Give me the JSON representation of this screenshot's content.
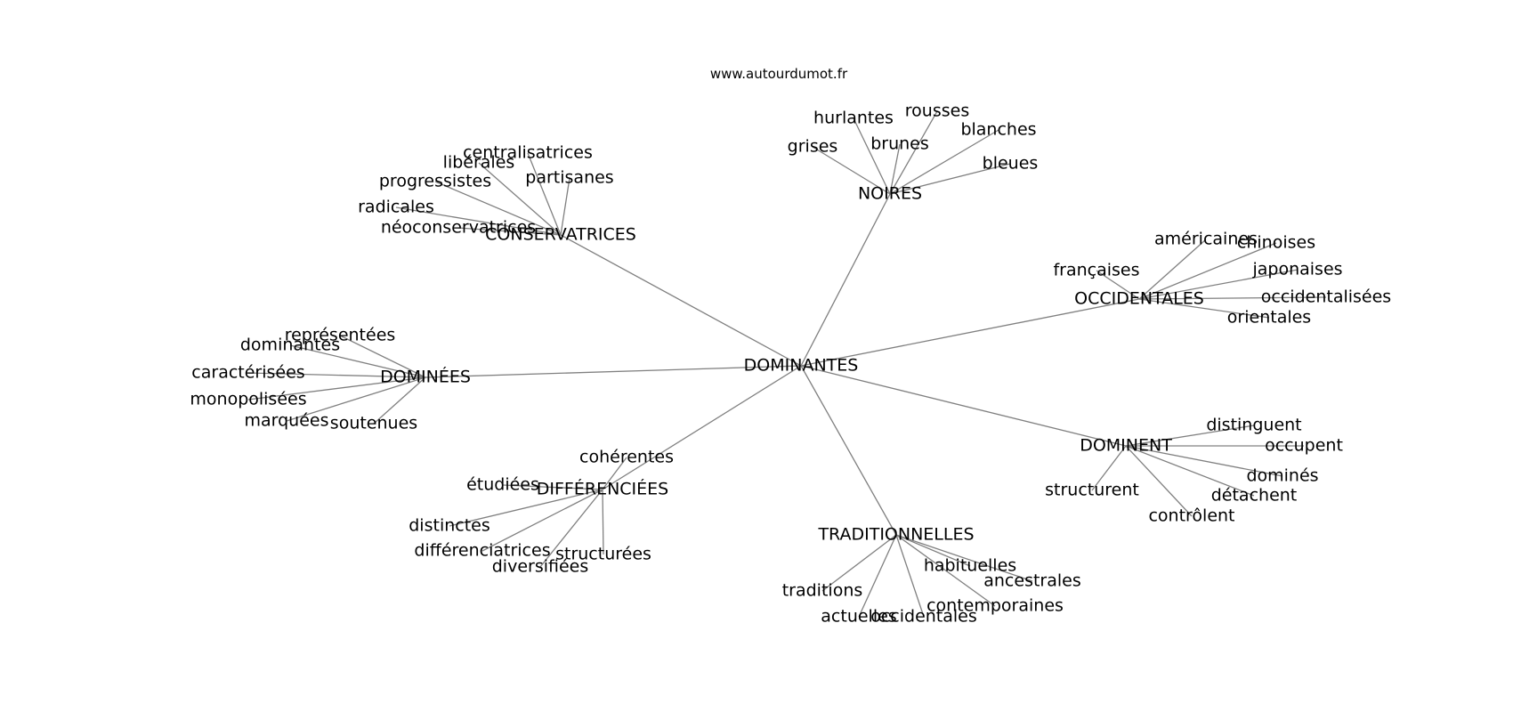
{
  "source": "www.autourdumot.fr",
  "edge_color": "#808080",
  "root": "DOMINANTES",
  "hubs": [
    {
      "label": "NOIRES",
      "words": [
        "hurlantes",
        "rousses",
        "grises",
        "brunes",
        "blanches",
        "bleues"
      ]
    },
    {
      "label": "CONSERVATRICES",
      "words": [
        "centralisatrices",
        "libérales",
        "progressistes",
        "partisanes",
        "radicales",
        "néoconservatrices"
      ]
    },
    {
      "label": "OCCIDENTALES",
      "words": [
        "américaines",
        "chinoises",
        "françaises",
        "japonaises",
        "occidentalisées",
        "orientales"
      ]
    },
    {
      "label": "DOMINÉES",
      "words": [
        "représentées",
        "dominantes",
        "caractérisées",
        "monopolisées",
        "marquées",
        "soutenues"
      ]
    },
    {
      "label": "DOMINENT",
      "words": [
        "distinguent",
        "occupent",
        "dominés",
        "structurent",
        "détachent",
        "contrôlent"
      ]
    },
    {
      "label": "DIFFÉRENCIÉES",
      "words": [
        "cohérentes",
        "étudiées",
        "distinctes",
        "différenciatrices",
        "structurées",
        "diversifiées"
      ]
    },
    {
      "label": "TRADITIONNELLES",
      "words": [
        "habituelles",
        "ancestrales",
        "traditions",
        "contemporaines",
        "actuelles",
        "occidentales"
      ]
    }
  ]
}
